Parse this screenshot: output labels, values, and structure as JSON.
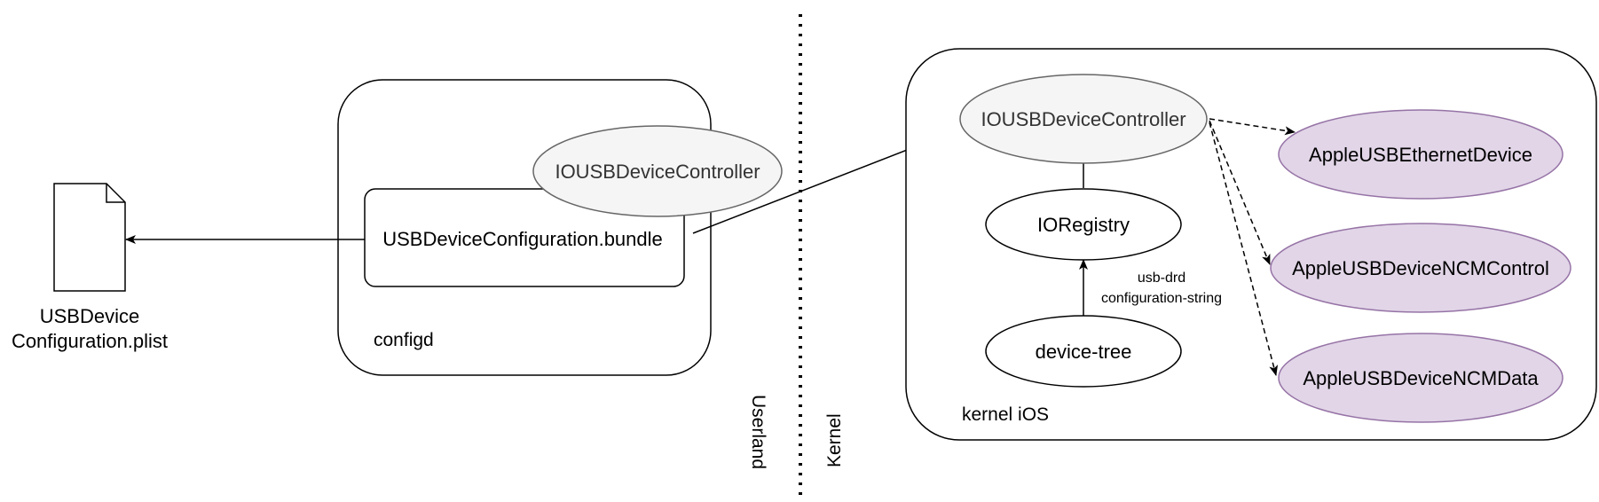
{
  "file": {
    "name_line1": "USBDevice",
    "name_line2": "Configuration.plist"
  },
  "configd": {
    "label": "configd",
    "bundle_label": "USBDeviceConfiguration.bundle",
    "controller_label": "IOUSBDeviceController"
  },
  "divider": {
    "userland_label": "Userland",
    "kernel_label": "Kernel"
  },
  "kernel": {
    "label": "kernel iOS",
    "controller_label": "IOUSBDeviceController",
    "registry_label": "IORegistry",
    "device_tree_label": "device-tree",
    "edge_label_line1": "usb-drd",
    "edge_label_line2": "configuration-string",
    "drivers": [
      {
        "label": "AppleUSBEthernetDevice"
      },
      {
        "label": "AppleUSBDeviceNCMControl"
      },
      {
        "label": "AppleUSBDeviceNCMData"
      }
    ]
  },
  "colors": {
    "stroke": "#000000",
    "controller_fill": "#f5f5f5",
    "controller_stroke": "#666666",
    "controller_text": "#333333",
    "driver_fill": "#e1d5e7",
    "driver_stroke": "#9673a6",
    "background": "#ffffff"
  }
}
